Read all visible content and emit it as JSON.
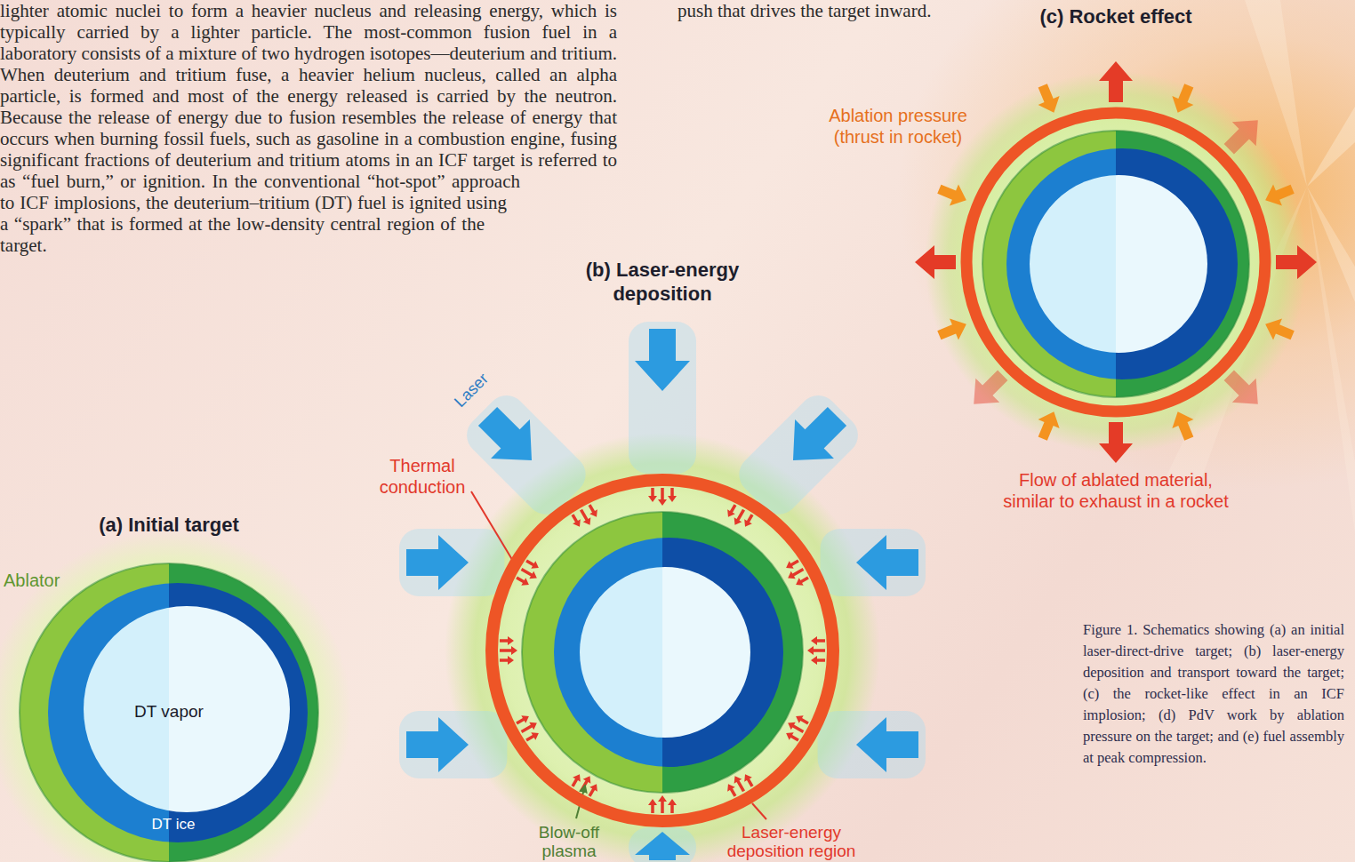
{
  "diagram": {
    "caption": "Figure 1. Schematics showing (a) an initial laser-direct-drive target; (b) laser-energy deposition and transport toward the target; (c) the rocket-like effect in an ICF implosion; (d) PdV work by ablation pressure on the target; and (e) fuel assembly at peak compression.",
    "nodes": [
      {
        "text": [
          "(a) Initial target",
          "DT vapor",
          "DT ice"
        ]
      },
      {
        "text": [
          "(b) Laser-energy deposition"
        ]
      },
      {
        "text": [
          "(c) Rocket effect"
        ]
      }
    ],
    "labels": [
      "lighter atomic nuclei to form a heavier nucleus and releasing energy, which is typically carried by a lighter particle. The most-common fusion fuel in a laboratory consists of a mixture of two hydrogen isotopes—deuterium and tritium. When deuterium and tritium fuse, a heavier helium nucleus, called an alpha particle, is formed and most of the energy released is carried by the neutron. Because the release of energy due to fusion resembles the release of energy that occurs when burning fossil fuels, such as gasoline in a combustion engine, fusing significant fractions of deuterium and tritium atoms in an ICF target is referred to as “fuel burn,” or ignition. In the conventional “hot-spot” approach to ICF implosions, the deuterium–tritium (DT) fuel is ignited using a “spark” that is formed at the low-density central region of the target.",
      "push that drives the target inward.",
      "Ablator",
      "Laser",
      "Thermal conduction",
      "Blow-off plasma",
      "Laser-energy deposition region",
      "Ablation pressure (thrust in rocket)",
      "Flow of ablated material, similar to exhaust in a rocket"
    ]
  }
}
